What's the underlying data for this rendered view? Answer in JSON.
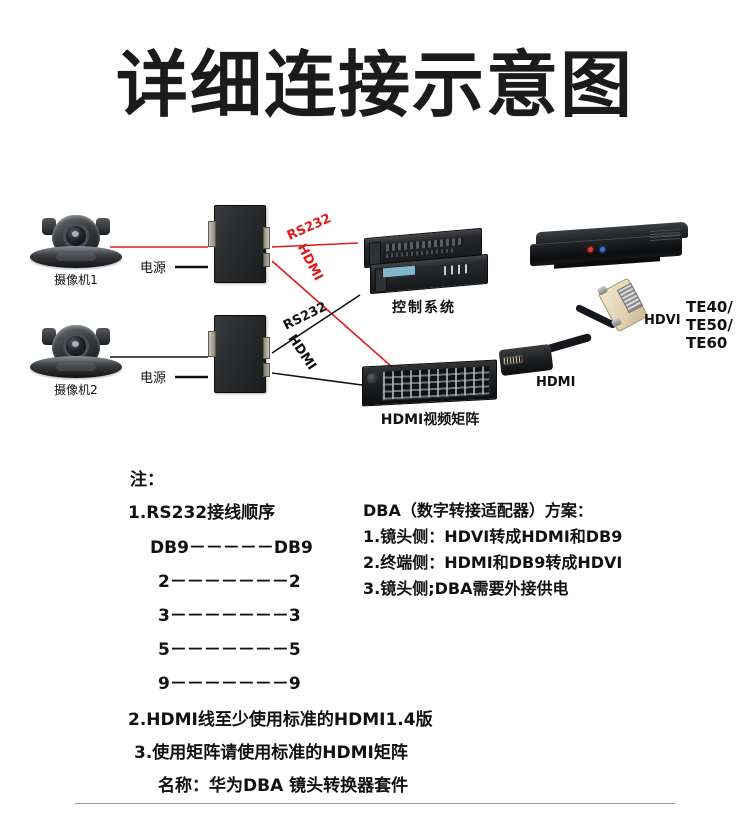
{
  "title": "详细连接示意图",
  "diagram": {
    "cameras": [
      {
        "label": "摄像机1"
      },
      {
        "label": "摄像机2"
      }
    ],
    "power_labels": [
      "电源",
      "电源"
    ],
    "wire_labels": {
      "cam1_rs232": "RS232",
      "cam1_hdmi": "HDMI",
      "cam2_rs232": "RS232",
      "cam2_hdmi": "HDMI"
    },
    "control_system": "控制系统",
    "matrix": "HDMI视频矩阵",
    "hdvi": "HDVI",
    "hdmi_connector": "HDMI",
    "terminal_models": [
      "TE40/",
      "TE50/",
      "TE60"
    ],
    "colors": {
      "red_wire": "#e01b1b",
      "black_wire": "#111111",
      "device_dark": "#1b1c1e"
    }
  },
  "notes": {
    "heading": "注：",
    "item1": "1.RS232接线顺序",
    "pinrows": [
      "DB9－－－－－DB9",
      "2－－－－－－－2",
      "3－－－－－－－3",
      "5－－－－－－－5",
      "9－－－－－－－9"
    ],
    "item2": "2.HDMI线至少使用标准的HDMI1.4版",
    "item3": "3.使用矩阵请使用标准的HDMI矩阵",
    "item4": "名称：华为DBA 镜头转换器套件"
  },
  "dba_notes": {
    "heading": "DBA（数字转接适配器）方案：",
    "lines": [
      "1.镜头侧：HDVI转成HDMI和DB9",
      "2.终端侧：HDMI和DB9转成HDVI",
      "3.镜头侧;DBA需要外接供电"
    ]
  }
}
